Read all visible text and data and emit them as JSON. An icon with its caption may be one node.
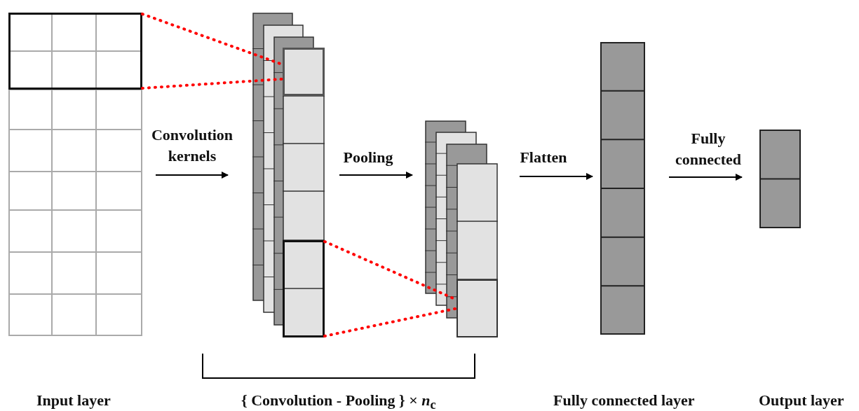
{
  "diagram": {
    "nodes": [
      {
        "text": [],
        "shape": "box"
      },
      {
        "text": [],
        "shape": "box",
        "in": 0
      },
      {
        "text": [],
        "shape": "box"
      },
      {
        "text": [],
        "shape": "box",
        "in": 2
      },
      {
        "text": [],
        "shape": "box",
        "in": 2
      },
      {
        "text": [],
        "shape": "box"
      },
      {
        "text": [],
        "shape": "box",
        "in": 5
      },
      {
        "text": [],
        "shape": "box"
      },
      {
        "text": [],
        "shape": "box"
      }
    ],
    "edges": [
      {
        "from": 1,
        "to": 3,
        "arrow": "none",
        "style": "dashed",
        "color": "#ff0000"
      },
      {
        "from": 1,
        "to": 3,
        "arrow": "none",
        "style": "dashed",
        "color": "#ff0000"
      },
      {
        "from": 0,
        "to": 2,
        "arrow": "to",
        "label": "Convolution kernels",
        "color": "#000000"
      },
      {
        "from": 4,
        "to": 6,
        "arrow": "none",
        "style": "dashed",
        "color": "#ff0000"
      },
      {
        "from": 4,
        "to": 6,
        "arrow": "none",
        "style": "dashed",
        "color": "#ff0000"
      },
      {
        "from": 2,
        "to": 5,
        "arrow": "to",
        "label": "Pooling",
        "color": "#000000"
      },
      {
        "from": 5,
        "to": 7,
        "arrow": "to",
        "label": "Flatten",
        "color": "#000000"
      },
      {
        "from": 7,
        "to": 8,
        "arrow": "to",
        "label": "Fully connected",
        "color": "#000000"
      }
    ],
    "labels": [
      "Input layer",
      "{ Convolution - Pooling } × *n*$_{c}$",
      "Fully connected layer",
      "Output layer"
    ]
  }
}
